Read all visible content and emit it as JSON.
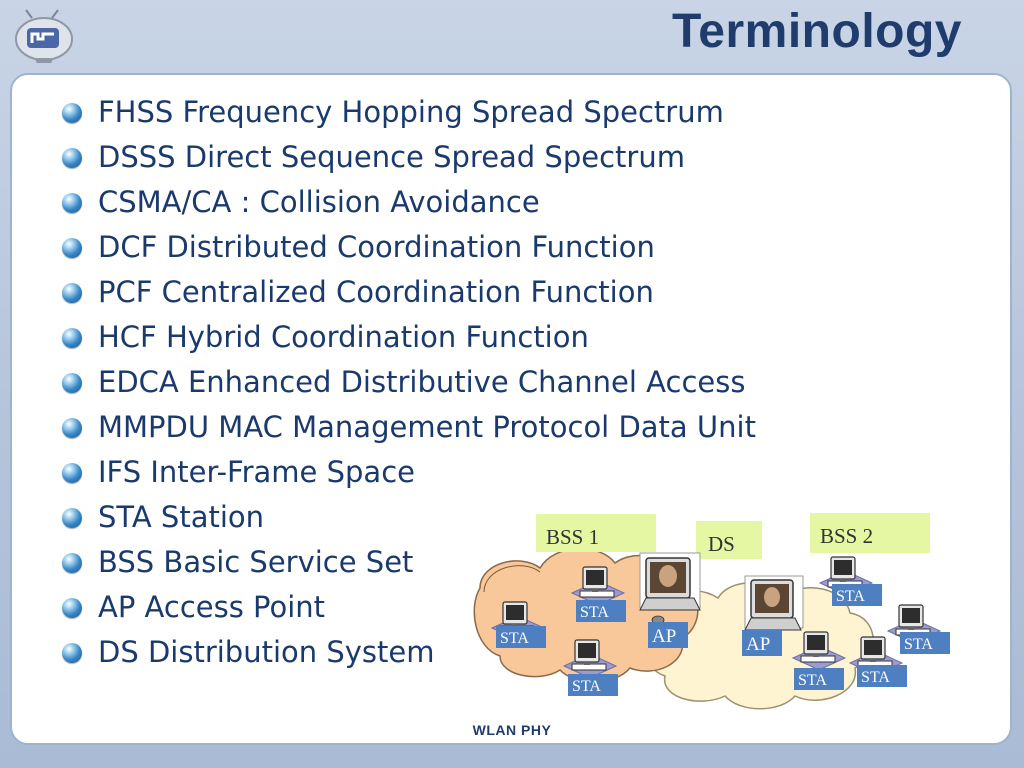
{
  "header": {
    "title": "Terminology",
    "logo_icon": "monitor-logo-icon"
  },
  "terms": [
    "FHSS Frequency Hopping Spread Spectrum",
    "DSSS Direct Sequence Spread Spectrum",
    "CSMA/CA : Collision Avoidance",
    "DCF Distributed Coordination Function",
    "PCF Centralized Coordination Function",
    "HCF Hybrid Coordination Function",
    "EDCA Enhanced Distributive Channel Access",
    "MMPDU MAC Management Protocol Data Unit",
    "IFS Inter-Frame Space",
    "STA Station",
    "BSS Basic Service Set",
    "AP Access Point",
    "DS Distribution System"
  ],
  "diagram": {
    "bss1_label": "BSS 1",
    "ds_label": "DS",
    "bss2_label": "BSS 2",
    "ap1_label": "AP",
    "ap2_label": "AP",
    "sta_label": "STA",
    "colors": {
      "bss1_cloud": "#f9c89a",
      "ds_cloud": "#fff4d2",
      "label_box": "#e5f7a3",
      "tag": "#4d7fc1"
    }
  },
  "footer": {
    "text": "WLAN  PHY"
  }
}
